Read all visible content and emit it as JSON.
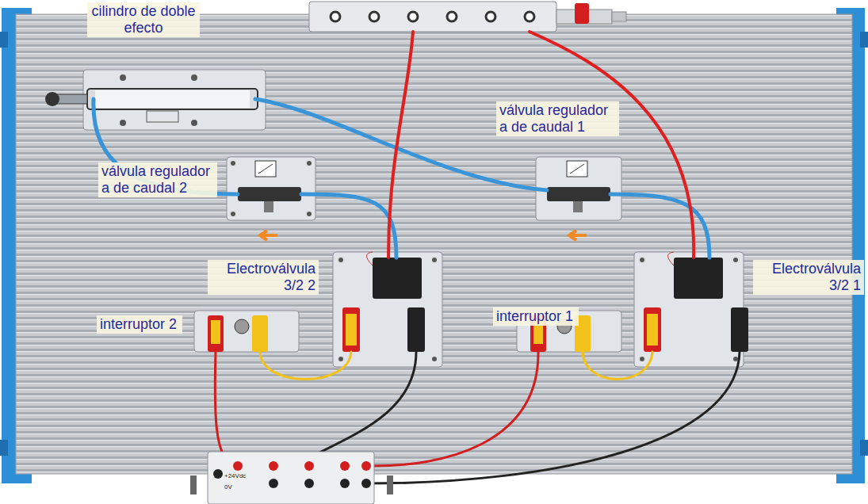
{
  "diagram": {
    "labels": [
      "cilindro de doble efecto",
      "válvula reguladora de caudal 2",
      "válvula reguladora de caudal 1",
      "Electroválvula 3/2 2",
      "interruptor 2",
      "interruptor 1",
      "Electroválvula 3/2 1",
      "+24Vdc",
      "0V"
    ]
  }
}
